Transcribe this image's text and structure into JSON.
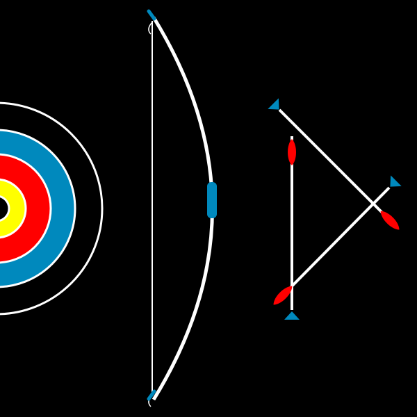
{
  "colors": {
    "background": "#000000",
    "line": "#ffffff",
    "target_black": "#000000",
    "target_blue": "#0089bd",
    "target_red": "#ff0000",
    "target_yellow": "#ffff00",
    "bow_tip": "#0089bd",
    "bow_grip": "#0089bd",
    "arrow_point": "#0089bd",
    "arrow_fletching": "#ff0000"
  },
  "icons": {
    "target": "archery-target-icon",
    "bow": "recurve-bow-icon",
    "arrow": "arrow-icon"
  },
  "target": {
    "rings": [
      "black",
      "blue",
      "red",
      "yellow",
      "center"
    ]
  },
  "arrows": {
    "count": 3
  }
}
